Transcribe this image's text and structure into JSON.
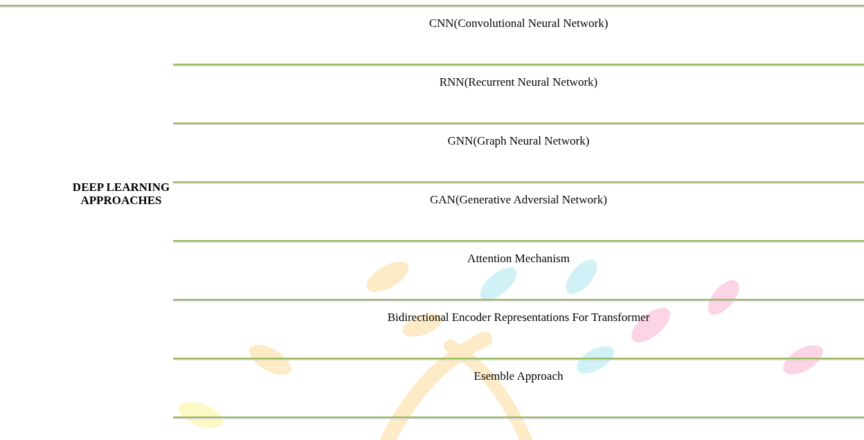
{
  "diagram": {
    "nodes": [
      {
        "text": [
          "DEEP LEARNING APPROACHES"
        ]
      },
      {
        "text": [
          "CNN(Convolutional Neural Network)"
        ]
      },
      {
        "text": [
          "RNN(Recurrent Neural Network)"
        ]
      },
      {
        "text": [
          "GNN(Graph Neural Network)"
        ]
      },
      {
        "text": [
          "GAN(Generative Adversial Network)"
        ]
      },
      {
        "text": [
          "Attention Mechanism"
        ]
      },
      {
        "text": [
          "Bidirectional Encoder Representations For Transformer"
        ]
      },
      {
        "text": [
          "Esemble Approach"
        ]
      }
    ]
  }
}
